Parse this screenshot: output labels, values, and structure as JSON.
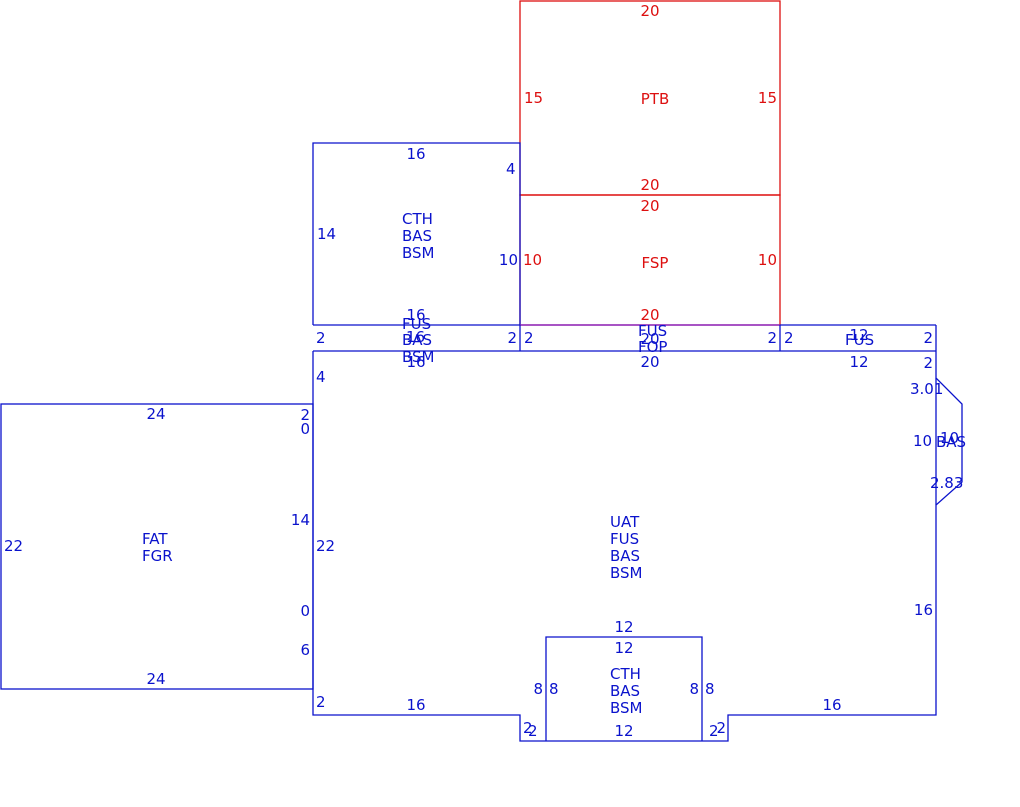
{
  "colors": {
    "structure": "#0a12cc",
    "exterior": "#dd0f0f",
    "shared_edge": "#7a1acc",
    "background": "#ffffff"
  },
  "areas": {
    "ptb": {
      "labels": [
        "PTB"
      ]
    },
    "fsp": {
      "labels": [
        "FSP"
      ]
    },
    "cth_upper": {
      "labels": [
        "CTH",
        "BAS",
        "BSM"
      ]
    },
    "porch_left": {
      "labels": [
        "FUS",
        "BAS",
        "BSM"
      ]
    },
    "porch_mid": {
      "labels": [
        "FUS",
        "FOP"
      ]
    },
    "porch_right": {
      "labels": [
        "FUS"
      ]
    },
    "main": {
      "labels": [
        "UAT",
        "FUS",
        "BAS",
        "BSM"
      ]
    },
    "garage": {
      "labels": [
        "FAT",
        "FGR"
      ]
    },
    "cth_lower": {
      "labels": [
        "CTH",
        "BAS",
        "BSM"
      ]
    },
    "bay": {
      "labels": [
        "BAS"
      ]
    }
  },
  "dims": {
    "ptb_top": "20",
    "ptb_left": "15",
    "ptb_right": "15",
    "ptb_bottom": "20",
    "fsp_top": "20",
    "fsp_left": "10",
    "fsp_right": "10",
    "fsp_bottom": "20",
    "cth_top": "16",
    "cth_left": "14",
    "cth_right": "10",
    "cth_notch": "4",
    "cth_bottom": "16",
    "pl_left": "2",
    "pl_right": "2",
    "pl_top": "16",
    "pl_bottom": "16",
    "pm_left": "2",
    "pm_right": "2",
    "pm_top": "20",
    "pm_bottom": "20",
    "pr_left": "2",
    "pr_right": "2",
    "pr_top": "12",
    "pr_bottom": "12",
    "main_right2": "2",
    "main_left4": "4",
    "main_left22": "22",
    "main_right16": "16",
    "main_bottom_left": "16",
    "main_bottom_right": "16",
    "main_step_left": "2",
    "main_step_right": "2",
    "main_bl2": "2",
    "garage_top": "24",
    "garage_bottom": "24",
    "garage_left": "22",
    "garage_right": "14",
    "garage_r2": "2",
    "garage_r0a": "0",
    "garage_r0b": "0",
    "garage_r6": "6",
    "cthl_top_out": "12",
    "cthl_top_in": "12",
    "cthl_left_out": "8",
    "cthl_left_in": "8",
    "cthl_right_in": "8",
    "cthl_right_out": "8",
    "cthl_bottom": "12",
    "cthl_step_l": "2",
    "cthl_step_r": "2",
    "bay_top": "3.01",
    "bay_mid": "10",
    "bay_mid2": "10",
    "bay_bottom": "2.83"
  }
}
